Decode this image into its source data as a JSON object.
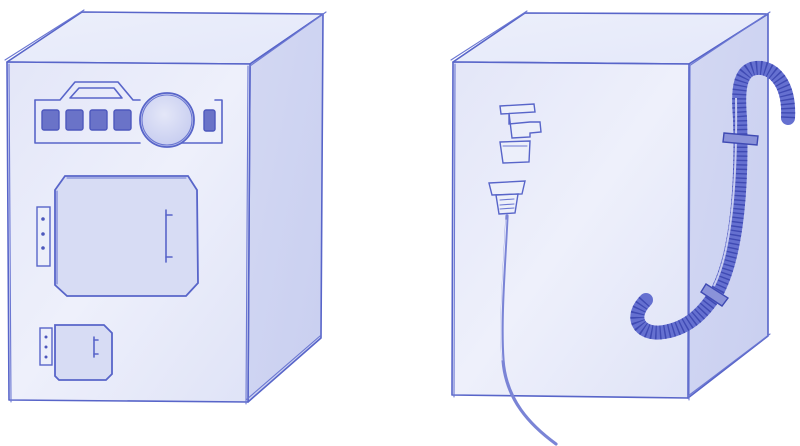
{
  "scene": {
    "style": "blue pencil sketch",
    "ink_color": "#5865c9",
    "wash_color": "#d9ddf5",
    "background": "#ffffff"
  },
  "appliances": [
    {
      "view": "front",
      "icon": "washing-machine-front-icon"
    },
    {
      "view": "back",
      "icon": "washing-machine-back-icon"
    }
  ]
}
